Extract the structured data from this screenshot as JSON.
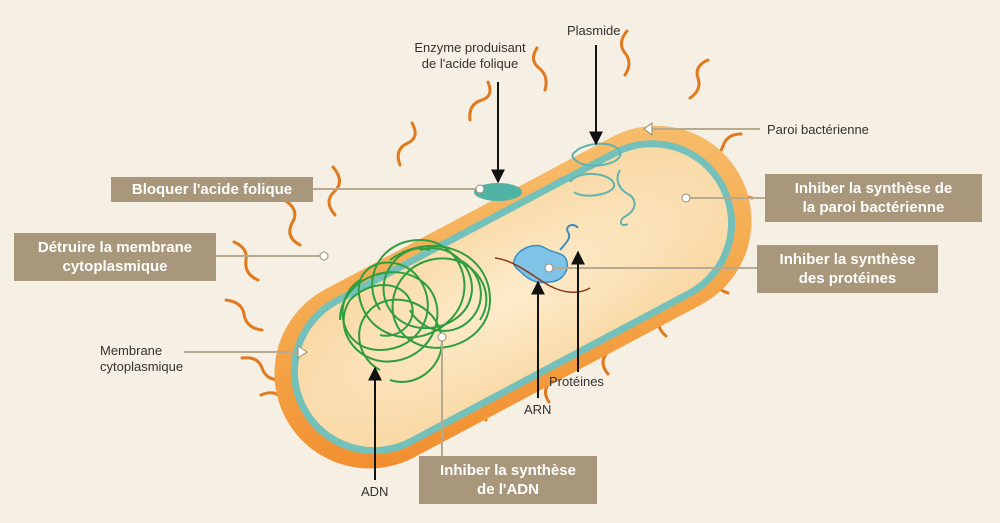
{
  "colors": {
    "background": "#f6efe3",
    "box_fill": "#a8977a",
    "cell_wall": "#ee8a2a",
    "membrane": "#6fbdb8",
    "cytoplasm": "#fbe0b4",
    "dna": "#2e9e3e",
    "plasmid": "#5fb3b0",
    "ribosome": "#6fb6df",
    "flagella": "#e07a1e",
    "arrow": "#111111",
    "leader_line": "#b7aa90"
  },
  "labels": {
    "plasmide": "Plasmide",
    "enzyme_line1": "Enzyme produisant",
    "enzyme_line2": "de l'acide folique",
    "paroi": "Paroi bactérienne",
    "membrane_line1": "Membrane",
    "membrane_line2": "cytoplasmique",
    "proteines": "Protéines",
    "arn": "ARN",
    "adn": "ADN"
  },
  "actions": {
    "bloquer_acide_folique": "Bloquer l'acide folique",
    "detruire_membrane_line1": "Détruire la membrane",
    "detruire_membrane_line2": "cytoplasmique",
    "inhiber_paroi_line1": "Inhiber la synthèse de",
    "inhiber_paroi_line2": "la paroi bactérienne",
    "inhiber_proteines_line1": "Inhiber la synthèse",
    "inhiber_proteines_line2": "des protéines",
    "inhiber_adn_line1": "Inhiber la synthèse",
    "inhiber_adn_line2": "de l'ADN"
  }
}
